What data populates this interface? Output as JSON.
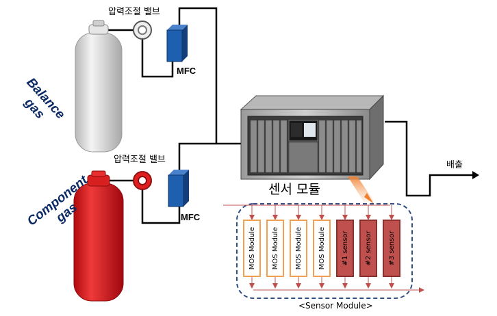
{
  "labels": {
    "valve_top": "압력조절 밸브",
    "valve_bottom": "압력조절 밸브",
    "mfc_top": "MFC",
    "mfc_bottom": "MFC",
    "balance_gas": [
      "Balance",
      "gas"
    ],
    "component_gas": [
      "Component",
      "gas"
    ],
    "sensor_module_title": "센서 모듈",
    "exhaust": "배출",
    "sensor_module_caption": "<Sensor Module>"
  },
  "modules": [
    {
      "label": "MOS Module",
      "type": "mos"
    },
    {
      "label": "MOS Module",
      "type": "mos"
    },
    {
      "label": "MOS Module",
      "type": "mos"
    },
    {
      "label": "MOS Module",
      "type": "mos"
    },
    {
      "label": "#1 sensor",
      "type": "sensor"
    },
    {
      "label": "#2 sensor",
      "type": "sensor"
    },
    {
      "label": "#3 sensor",
      "type": "sensor"
    }
  ],
  "colors": {
    "balance_cylinder": "#d8d8d8",
    "component_cylinder": "#d4141c",
    "mfc": "#1f5fb0",
    "mos_border": "#f0a050",
    "sensor_fill": "#c0504d",
    "flow_arrow": "#c0504d",
    "module_frame": "#2f4f80",
    "pipe": "#000000"
  }
}
